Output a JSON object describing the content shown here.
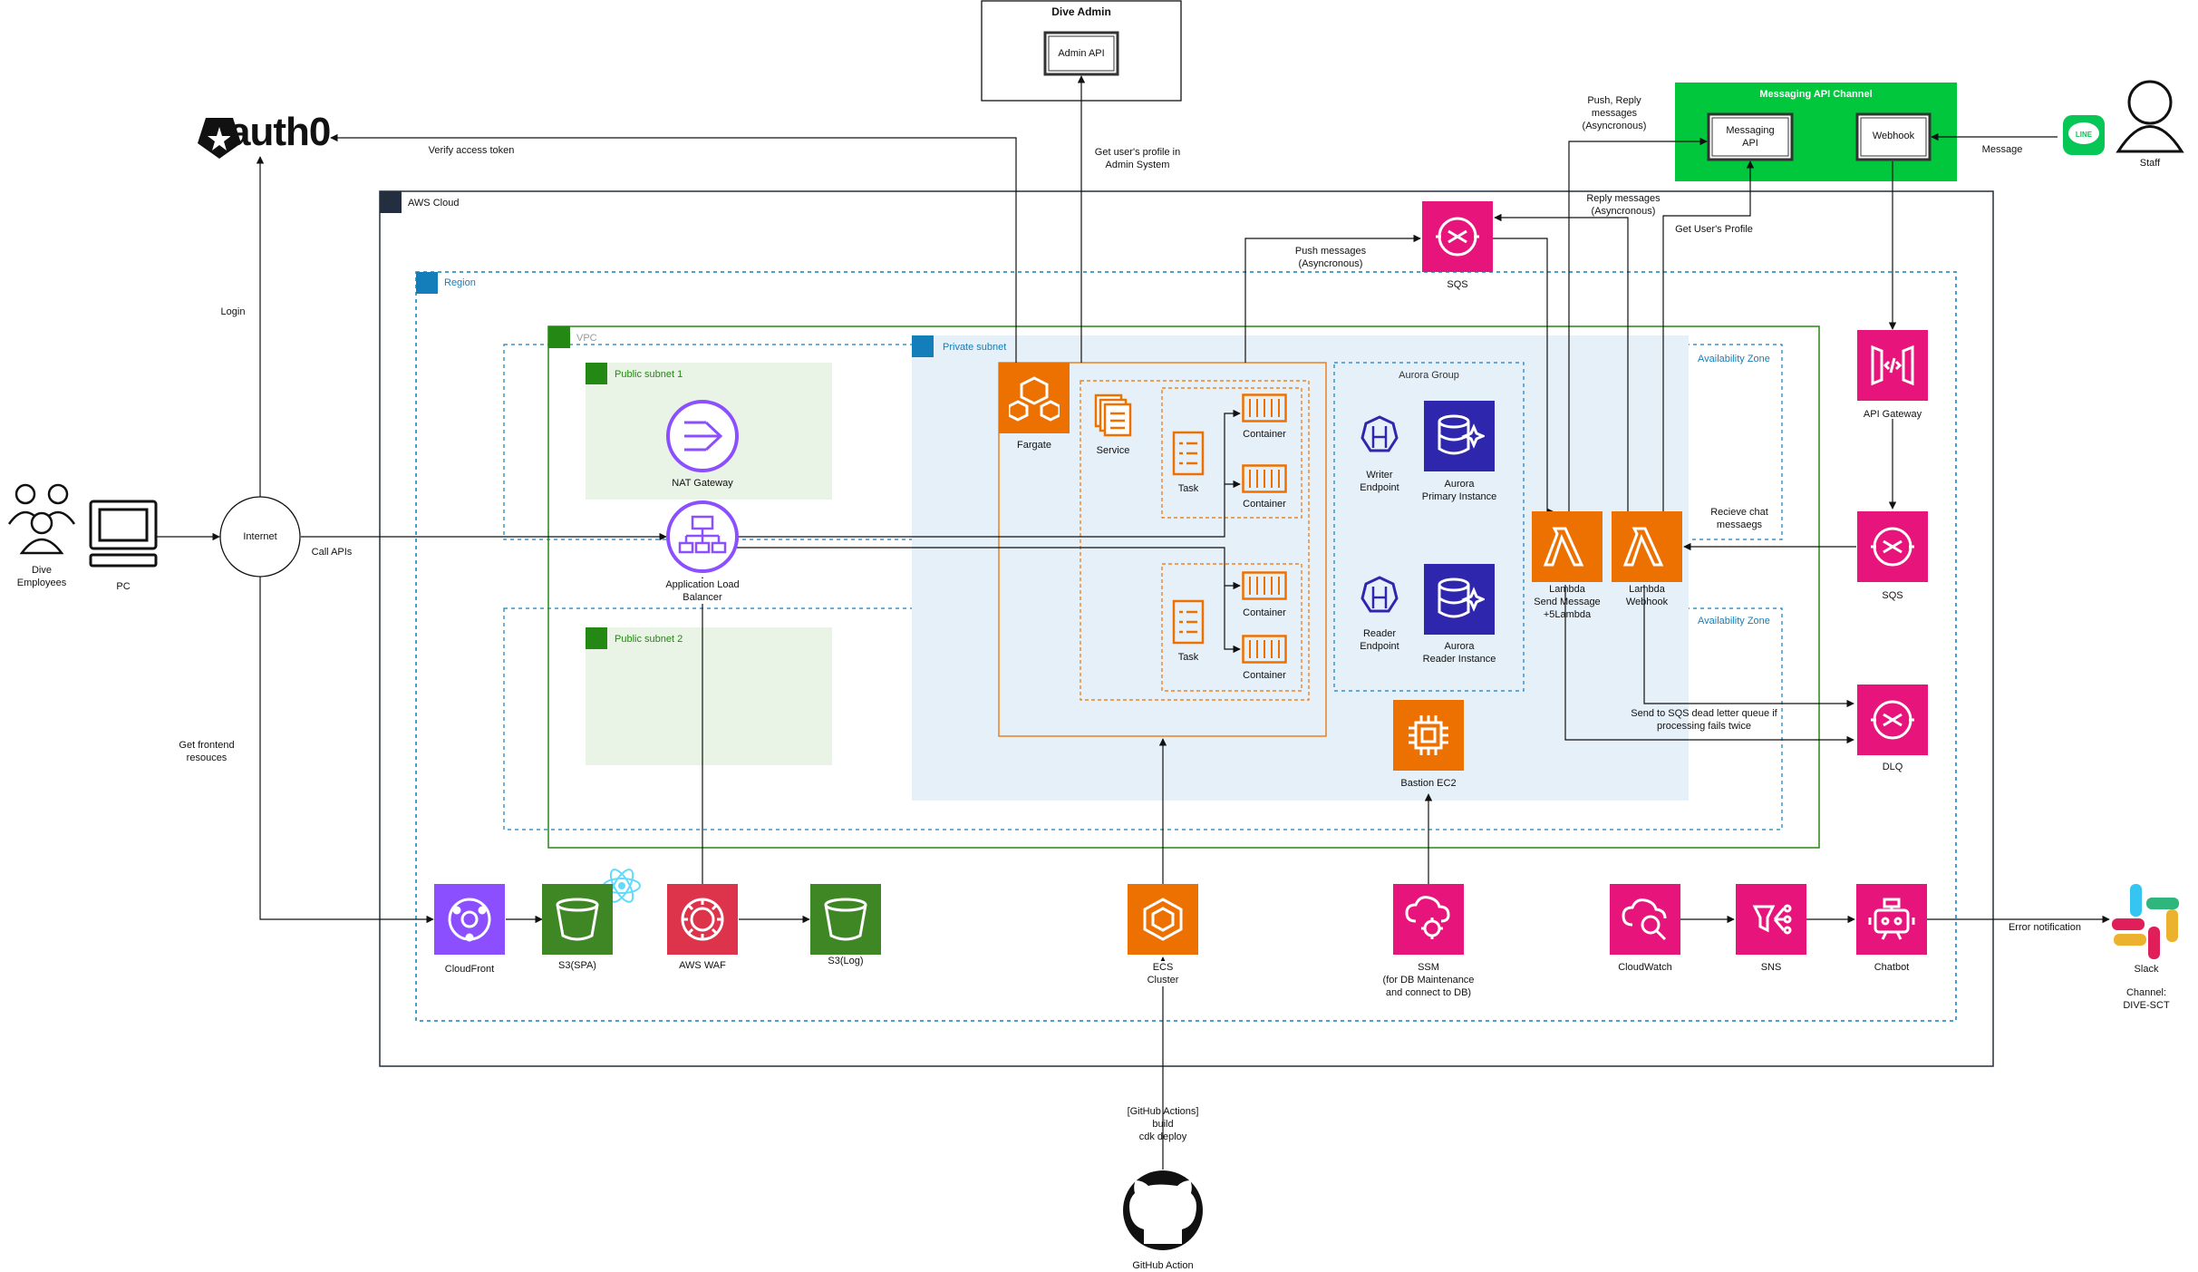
{
  "external": {
    "auth0": "auth0",
    "dive_admin_title": "Dive Admin",
    "admin_api": "Admin API",
    "messaging_channel_title": "Messaging API Channel",
    "messaging_api": "Messaging\nAPI",
    "webhook": "Webhook",
    "staff": "Staff",
    "line_badge": "LINE",
    "dive_employees": "Dive\nEmployees",
    "pc": "PC",
    "internet": "Internet",
    "slack": "Slack",
    "slack_channel": "Channel:\nDIVE-SCT",
    "github_action": "GitHub Action"
  },
  "groups": {
    "aws_cloud": "AWS Cloud",
    "region": "Region",
    "vpc": "VPC",
    "private_subnet": "Private subnet",
    "public_subnet_1": "Public subnet 1",
    "public_subnet_2": "Public subnet 2",
    "availability_zone_1": "Availability Zone",
    "availability_zone_2": "Availability Zone",
    "aurora_group": "Aurora Group"
  },
  "nodes": {
    "nat_gateway": "NAT Gateway",
    "alb": "Application Load\nBalancer",
    "fargate": "Fargate",
    "service": "Service",
    "task_1": "Task",
    "task_2": "Task",
    "container_1": "Container",
    "container_2": "Container",
    "container_3": "Container",
    "container_4": "Container",
    "writer_endpoint": "Writer\nEndpoint",
    "aurora_primary": "Aurora\nPrimary Instance",
    "reader_endpoint": "Reader\nEndpoint",
    "aurora_reader": "Aurora\nReader Instance",
    "sqs_top": "SQS",
    "lambda_send": "Lambda\nSend Message\n+5Lambda",
    "lambda_webhook": "Lambda\nWebhook",
    "api_gateway": "API Gateway",
    "sqs_right": "SQS",
    "dlq": "DLQ",
    "bastion": "Bastion EC2",
    "cloudfront": "CloudFront",
    "s3_spa": "S3(SPA)",
    "waf": "AWS WAF",
    "s3_log": "S3(Log)",
    "ecs_cluster": "ECS\nCluster",
    "ssm": "SSM\n(for DB Maintenance\nand connect to DB)",
    "cloudwatch": "CloudWatch",
    "sns": "SNS",
    "chatbot": "Chatbot"
  },
  "edges": {
    "verify_token": "Verify access token",
    "get_profile_admin": "Get user's profile in\nAdmin System",
    "login": "Login",
    "call_apis": "Call APIs",
    "get_frontend": "Get frontend\nresouces",
    "push_messages": "Push messages\n(Asyncronous)",
    "push_reply": "Push, Reply\nmessages\n(Asyncronous)",
    "reply_messages": "Reply messages\n(Asyncronous)",
    "get_user_profile": "Get User's Profile",
    "message": "Message",
    "receive_chat": "Recieve chat\nmessaegs",
    "dlq_note": "Send to SQS dead letter queue if\nprocessing fails twice",
    "error_notification": "Error notification",
    "github_build": "[GitHub Actions]\nbuild\ncdk deploy"
  },
  "colors": {
    "sqs_pink": "#E7157B",
    "compute_orange": "#ED7100",
    "storage_green": "#3F8624",
    "security_red": "#DD344C",
    "network_purple": "#8C4FFF",
    "database_blue": "#2E27AD",
    "region_blue": "#147EBA",
    "vpc_green": "#248814",
    "line_green": "#06C755",
    "channel_green": "#00C73C"
  }
}
